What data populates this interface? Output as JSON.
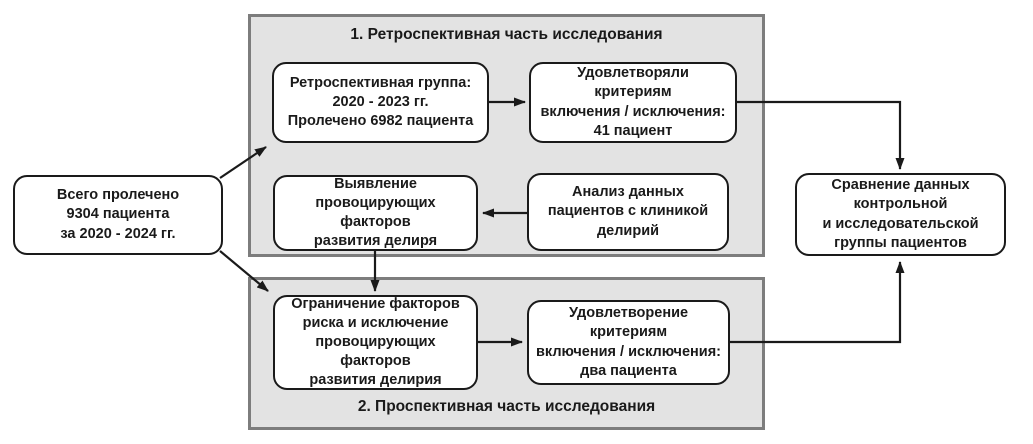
{
  "diagram": {
    "colors": {
      "background": "#ffffff",
      "ink": "#1a1a1a",
      "section_fill": "#e3e3e3",
      "section_border": "#7d7d7d",
      "node_fill": "#ffffff"
    },
    "sections": {
      "retrospective": {
        "title": "1. Ретроспективная часть исследования"
      },
      "prospective": {
        "title": "2. Проспективная часть исследования"
      }
    },
    "nodes": {
      "total_treated": "Всего пролечено\n9304 пациента\nза 2020 - 2024 гг.",
      "retro_group": "Ретроспективная группа:\n2020 - 2023 гг.\nПролечено 6982 пациента",
      "retro_criteria": "Удовлетворяли критериям\nвключения / исключения:\n41 пациент",
      "factor_identification": "Выявление\nпровоцирующих факторов\nразвития делиря",
      "data_analysis": "Анализ данных\nпациентов с клиникой\nделирий",
      "risk_limitation": "Ограничение факторов\nриска и исключение\nпровоцирующих факторов\nразвития делирия",
      "prosp_criteria": "Удовлетворение критериям\nвключения / исключения:\nдва пациента",
      "comparison": "Сравнение данных\nконтрольной\nи исследовательской\nгруппы пациентов"
    }
  }
}
